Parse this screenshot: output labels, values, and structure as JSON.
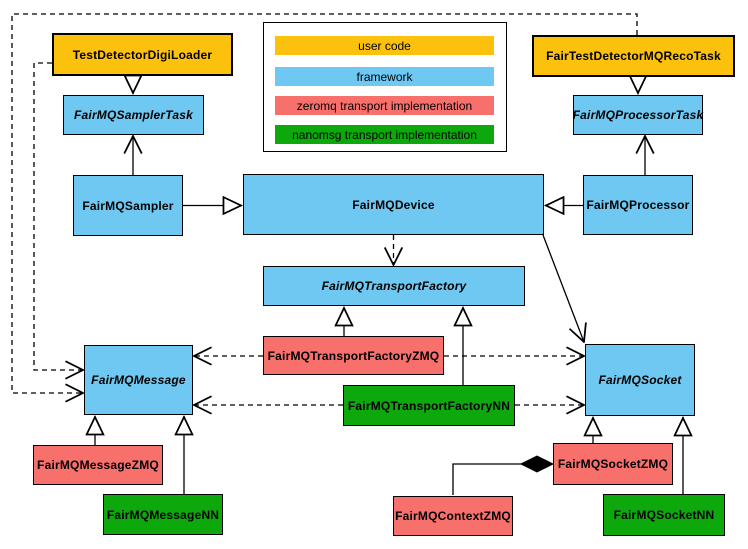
{
  "diagram": {
    "kind": "uml-class-diagram",
    "colors": {
      "user_code": "#FBC10D",
      "framework": "#6FC8F1",
      "zeromq": "#F8706C",
      "nanomsg": "#0DA80C"
    },
    "legend": {
      "items": [
        {
          "label": "user code",
          "category": "user_code"
        },
        {
          "label": "framework",
          "category": "framework"
        },
        {
          "label": "zeromq transport implementation",
          "category": "zeromq"
        },
        {
          "label": "nanomsg transport implementation",
          "category": "nanomsg"
        }
      ]
    },
    "nodes": [
      {
        "id": "TestDetectorDigiLoader",
        "label": "TestDetectorDigiLoader",
        "category": "user_code",
        "abstract": false
      },
      {
        "id": "FairTestDetectorMQRecoTask",
        "label": "FairTestDetectorMQRecoTask",
        "category": "user_code",
        "abstract": false
      },
      {
        "id": "FairMQSamplerTask",
        "label": "FairMQSamplerTask",
        "category": "framework",
        "abstract": true
      },
      {
        "id": "FairMQProcessorTask",
        "label": "FairMQProcessorTask",
        "category": "framework",
        "abstract": true
      },
      {
        "id": "FairMQSampler",
        "label": "FairMQSampler",
        "category": "framework",
        "abstract": false
      },
      {
        "id": "FairMQDevice",
        "label": "FairMQDevice",
        "category": "framework",
        "abstract": false
      },
      {
        "id": "FairMQProcessor",
        "label": "FairMQProcessor",
        "category": "framework",
        "abstract": false
      },
      {
        "id": "FairMQTransportFactory",
        "label": "FairMQTransportFactory",
        "category": "framework",
        "abstract": true
      },
      {
        "id": "FairMQTransportFactoryZMQ",
        "label": "FairMQTransportFactoryZMQ",
        "category": "zeromq",
        "abstract": false
      },
      {
        "id": "FairMQTransportFactoryNN",
        "label": "FairMQTransportFactoryNN",
        "category": "nanomsg",
        "abstract": false
      },
      {
        "id": "FairMQMessage",
        "label": "FairMQMessage",
        "category": "framework",
        "abstract": true
      },
      {
        "id": "FairMQSocket",
        "label": "FairMQSocket",
        "category": "framework",
        "abstract": true
      },
      {
        "id": "FairMQMessageZMQ",
        "label": "FairMQMessageZMQ",
        "category": "zeromq",
        "abstract": false
      },
      {
        "id": "FairMQMessageNN",
        "label": "FairMQMessageNN",
        "category": "nanomsg",
        "abstract": false
      },
      {
        "id": "FairMQSocketZMQ",
        "label": "FairMQSocketZMQ",
        "category": "zeromq",
        "abstract": false
      },
      {
        "id": "FairMQSocketNN",
        "label": "FairMQSocketNN",
        "category": "nanomsg",
        "abstract": false
      },
      {
        "id": "FairMQContextZMQ",
        "label": "FairMQContextZMQ",
        "category": "zeromq",
        "abstract": false
      }
    ],
    "edges": [
      {
        "from": "TestDetectorDigiLoader",
        "to": "FairMQSamplerTask",
        "type": "inheritance"
      },
      {
        "from": "FairTestDetectorMQRecoTask",
        "to": "FairMQProcessorTask",
        "type": "inheritance"
      },
      {
        "from": "FairMQSampler",
        "to": "FairMQSamplerTask",
        "type": "association"
      },
      {
        "from": "FairMQProcessor",
        "to": "FairMQProcessorTask",
        "type": "association"
      },
      {
        "from": "FairMQSampler",
        "to": "FairMQDevice",
        "type": "inheritance"
      },
      {
        "from": "FairMQProcessor",
        "to": "FairMQDevice",
        "type": "inheritance"
      },
      {
        "from": "FairMQDevice",
        "to": "FairMQTransportFactory",
        "type": "dependency-dashed"
      },
      {
        "from": "FairMQDevice",
        "to": "FairMQSocket",
        "type": "association"
      },
      {
        "from": "FairMQTransportFactoryZMQ",
        "to": "FairMQTransportFactory",
        "type": "inheritance"
      },
      {
        "from": "FairMQTransportFactoryNN",
        "to": "FairMQTransportFactory",
        "type": "inheritance"
      },
      {
        "from": "FairMQTransportFactoryZMQ",
        "to": "FairMQMessage",
        "type": "dependency-dashed"
      },
      {
        "from": "FairMQTransportFactoryZMQ",
        "to": "FairMQSocket",
        "type": "dependency-dashed"
      },
      {
        "from": "FairMQTransportFactoryNN",
        "to": "FairMQMessage",
        "type": "dependency-dashed"
      },
      {
        "from": "FairMQTransportFactoryNN",
        "to": "FairMQSocket",
        "type": "dependency-dashed"
      },
      {
        "from": "TestDetectorDigiLoader",
        "to": "FairMQMessage",
        "type": "dependency-dashed"
      },
      {
        "from": "FairTestDetectorMQRecoTask",
        "to": "FairMQMessage",
        "type": "dependency-dashed"
      },
      {
        "from": "FairMQMessageZMQ",
        "to": "FairMQMessage",
        "type": "inheritance"
      },
      {
        "from": "FairMQMessageNN",
        "to": "FairMQMessage",
        "type": "inheritance"
      },
      {
        "from": "FairMQSocketZMQ",
        "to": "FairMQSocket",
        "type": "inheritance"
      },
      {
        "from": "FairMQSocketNN",
        "to": "FairMQSocket",
        "type": "inheritance"
      },
      {
        "from": "FairMQSocketZMQ",
        "to": "FairMQContextZMQ",
        "type": "composition"
      }
    ]
  }
}
